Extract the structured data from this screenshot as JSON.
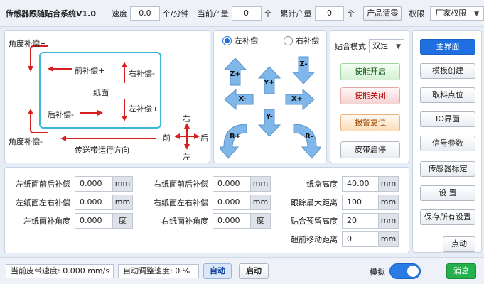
{
  "header": {
    "title": "传感器跟随贴合系统V1.0",
    "speed_label": "速度",
    "speed_value": "0.0",
    "speed_unit": "个/分钟",
    "current_output_label": "当前产量",
    "current_output_value": "0",
    "current_output_unit": "个",
    "total_output_label": "累计产量",
    "total_output_value": "0",
    "total_output_unit": "个",
    "clear_button": "产品清零",
    "permission_label": "权限",
    "permission_value": "厂家权限"
  },
  "diagram": {
    "angle_comp_plus": "角度补偿+",
    "angle_comp_minus": "角度补偿-",
    "front_comp_plus": "前补偿+",
    "rear_comp_minus": "后补偿-",
    "right_comp_minus": "右补偿-",
    "left_comp_plus": "左补偿+",
    "paper": "纸面",
    "conveyor_dir": "传送带运行方向",
    "compass_right": "右",
    "compass_left": "左",
    "compass_front": "前",
    "compass_rear": "后"
  },
  "direction_panel": {
    "left_comp": "左补偿",
    "right_comp": "右补偿",
    "selected": "left",
    "z_minus": "Z-",
    "z_plus": "Z+",
    "y_plus": "Y+",
    "y_minus": "Y-",
    "x_minus": "X-",
    "x_plus": "X+",
    "r_plus": "R+",
    "r_minus": "R-"
  },
  "mode_panel": {
    "mode_label": "贴合模式",
    "mode_value": "双定",
    "enable_button": "使能开启",
    "disable_button": "使能关闭",
    "alarm_reset_button": "报警复位",
    "belt_start_button": "皮带启停"
  },
  "params": {
    "left": [
      {
        "label": "左纸面前后补偿",
        "value": "0.000",
        "unit": "mm"
      },
      {
        "label": "左纸面左右补偿",
        "value": "0.000",
        "unit": "mm"
      },
      {
        "label": "左纸面补角度",
        "value": "0.000",
        "unit": "度"
      }
    ],
    "middle": [
      {
        "label": "右纸面前后补偿",
        "value": "0.000",
        "unit": "mm"
      },
      {
        "label": "右纸面左右补偿",
        "value": "0.000",
        "unit": "mm"
      },
      {
        "label": "右纸面补角度",
        "value": "0.000",
        "unit": "度"
      }
    ],
    "right": [
      {
        "label": "纸盒高度",
        "value": "40.00",
        "unit": "mm"
      },
      {
        "label": "跟踪最大距离",
        "value": "100",
        "unit": "mm"
      },
      {
        "label": "贴合预留高度",
        "value": "20",
        "unit": "mm"
      },
      {
        "label": "超前移动距离",
        "value": "0",
        "unit": "mm"
      }
    ]
  },
  "sidebar": {
    "items": [
      "主界面",
      "模板创建",
      "取料点位",
      "IO界面",
      "信号参数",
      "传感器标定",
      "设 置",
      "保存所有设置"
    ],
    "active_index": 0,
    "jog_button": "点动"
  },
  "footer": {
    "belt_speed_label": "当前皮带速度:",
    "belt_speed_value": "0.000",
    "belt_speed_unit": "mm/s",
    "auto_adjust_label": "自动调整速度:",
    "auto_adjust_value": "0",
    "auto_adjust_unit": "%",
    "auto_button": "自动",
    "start_button": "启动",
    "sim_label": "模拟",
    "sim_on": true,
    "message_button": "消息"
  },
  "colors": {
    "accent_blue": "#1f6fe0",
    "arrow_red": "#d62020",
    "paper_border": "#39b6d8",
    "arrow_fill": "#7fb7ea",
    "message_green": "#22b14c"
  }
}
